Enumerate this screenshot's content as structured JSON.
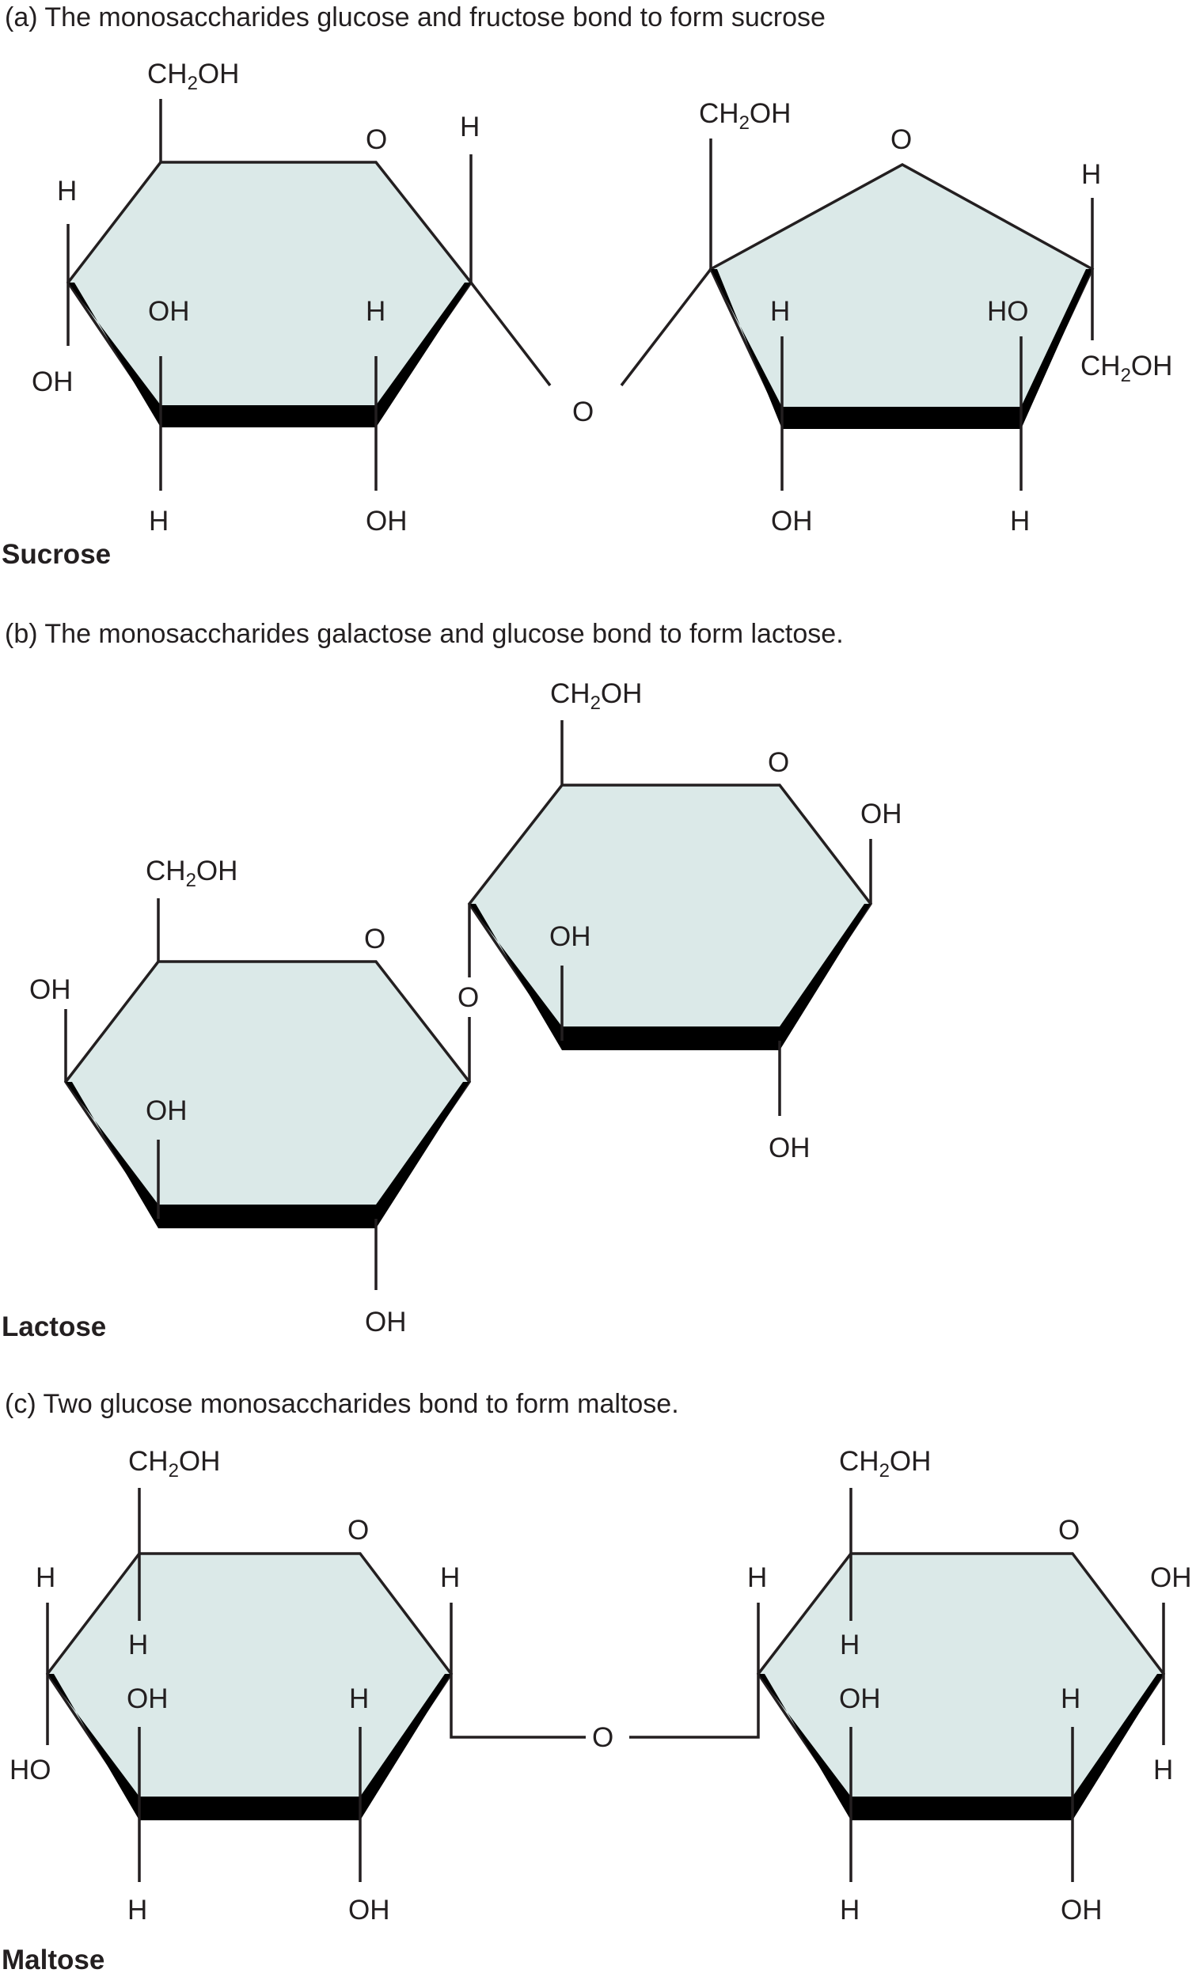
{
  "colors": {
    "ring_fill": "#dbe9e8",
    "ink": "#231f20",
    "wedge": "#000000",
    "background": "#ffffff"
  },
  "sections": {
    "sucrose": {
      "caption": "(a)  The monosaccharides glucose and fructose bond to form sucrose",
      "name": "Sucrose",
      "glucose": {
        "ring_o": "O",
        "c6_group": "CH2OH",
        "c1_top": "H",
        "c5_left_h": "H",
        "c4_left_oh": "OH",
        "c4_up": "OH",
        "c4_down": "H",
        "c3_up": "H",
        "c3_down": "OH"
      },
      "bridge_o": "O",
      "fructose": {
        "ring_o": "O",
        "c2_group": "CH2OH",
        "c5_top": "H",
        "c5_down": "CH2OH",
        "c3_up": "H",
        "c3_down": "OH",
        "c4_up": "HO",
        "c4_down": "H"
      }
    },
    "lactose": {
      "caption": "(b)  The monosaccharides galactose and glucose bond to form lactose.",
      "name": "Lactose",
      "galactose": {
        "ring_o": "O",
        "c6_group": "CH2OH",
        "c4_oh": "OH",
        "c3_up": "OH",
        "c2_down": "OH"
      },
      "bridge_o": "O",
      "glucose": {
        "ring_o": "O",
        "c6_group": "CH2OH",
        "c1_oh": "OH",
        "c3_up": "OH",
        "c2_down": "OH"
      }
    },
    "maltose": {
      "caption": "(c)  Two glucose monosaccharides bond to form maltose.",
      "name": "Maltose",
      "left": {
        "ring_o": "O",
        "c6_group": "CH2OH",
        "c5_inner_h": "H",
        "c4_up_h": "H",
        "c4_down_ho": "HO",
        "c3_up": "OH",
        "c3_down": "H",
        "c2_up": "H",
        "c2_down": "OH",
        "c1_up": "H"
      },
      "bridge_o": "O",
      "right": {
        "ring_o": "O",
        "c6_group": "CH2OH",
        "c5_inner_h": "H",
        "c4_up_h": "H",
        "c3_up": "OH",
        "c3_down": "H",
        "c2_up": "H",
        "c2_down": "OH",
        "c1_up": "OH",
        "c1_down": "H"
      }
    }
  }
}
